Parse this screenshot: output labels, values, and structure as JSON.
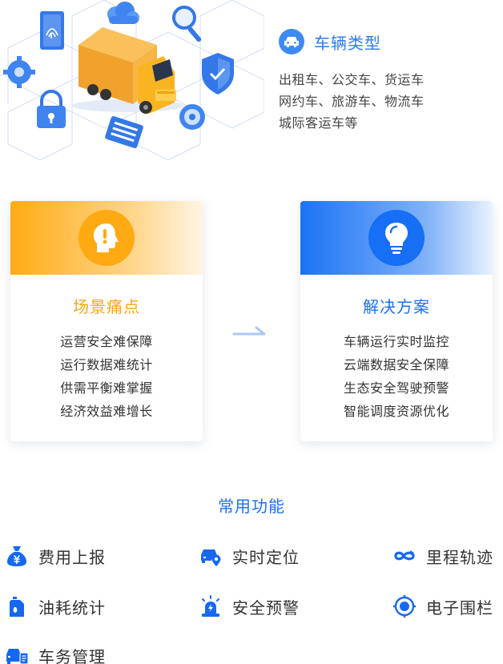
{
  "vehicle_types": {
    "title": "车辆类型",
    "lines": [
      "出租车、公交车、货运车",
      "网约车、旅游车、物流车",
      "城际客运车等"
    ]
  },
  "pain_points": {
    "title": "场景痛点",
    "items": [
      "运营安全难保障",
      "运行数据难统计",
      "供需平衡难掌握",
      "经济效益难增长"
    ]
  },
  "solutions": {
    "title": "解决方案",
    "items": [
      "车辆运行实时监控",
      "云端数据安全保障",
      "生态安全驾驶预警",
      "智能调度资源优化"
    ]
  },
  "functions": {
    "title": "常用功能",
    "items": [
      {
        "label": "费用上报",
        "icon": "money-bag-icon"
      },
      {
        "label": "实时定位",
        "icon": "car-location-icon"
      },
      {
        "label": "里程轨迹",
        "icon": "loop-track-icon"
      },
      {
        "label": "油耗统计",
        "icon": "fuel-can-icon"
      },
      {
        "label": "安全预警",
        "icon": "alarm-light-icon"
      },
      {
        "label": "电子围栏",
        "icon": "target-fence-icon"
      },
      {
        "label": "车务管理",
        "icon": "car-manage-icon"
      }
    ]
  },
  "colors": {
    "primary_blue": "#1d6ff2",
    "accent_orange": "#ffa913",
    "text": "#333333"
  }
}
